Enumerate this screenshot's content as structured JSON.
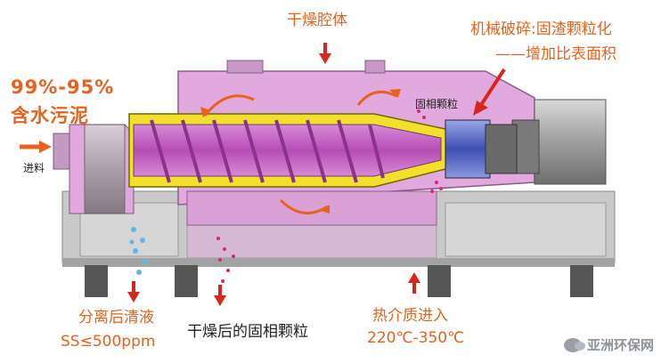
{
  "labels": {
    "dryer_chamber": "干燥腔体",
    "crush_title": "机械破碎:固渣颗粒化",
    "crush_sub": "——增加比表面积",
    "moisture_pct": "99%-95%",
    "moisture_text": "含水污泥",
    "feed": "进料",
    "solid_particles": "固相颗粒",
    "separated_liquid": "分离后清液",
    "ss_limit": "SS≤500ppm",
    "dried_solids": "干燥后的固相颗粒",
    "heat_medium": "热介质进入",
    "temp_range": "220℃-350℃"
  },
  "watermark": {
    "icon": "wechat-icon",
    "text": "亚洲环保网"
  },
  "colors": {
    "annotation": "#e8621d",
    "arrow_red": "#d9261c",
    "chamber_pink": "#e0a6dc",
    "screw_magenta": "#c25bc2",
    "sludge_yellow": "#f3df2c",
    "base_gray": "#c8c8c8"
  }
}
